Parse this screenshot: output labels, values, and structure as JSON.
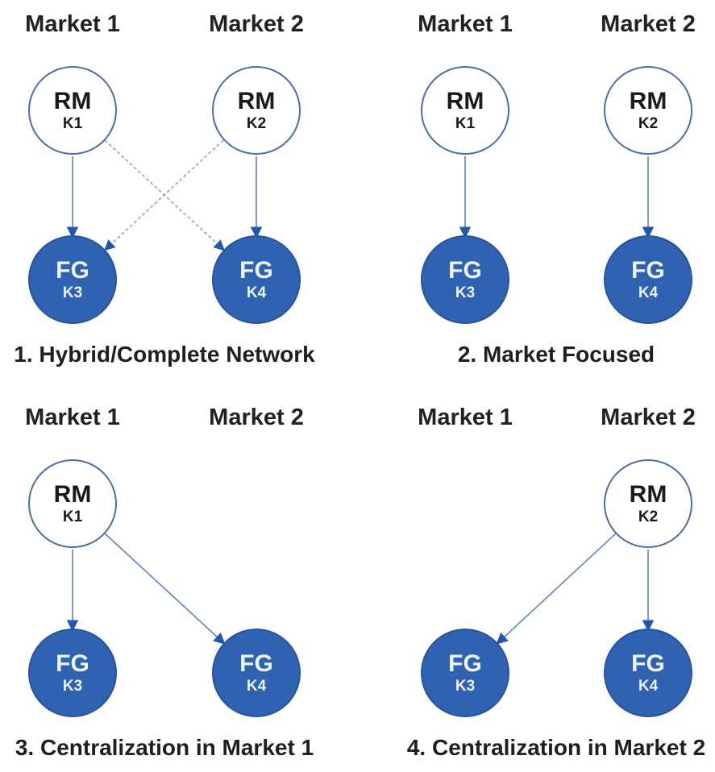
{
  "figure": {
    "description": "Four network configuration diagrams between relationship managers (RM) and focus groups (FG) across two markets"
  },
  "colors": {
    "fg_node_fill": "#2f62b0",
    "fg_node_border": "#27539f",
    "rm_node_border": "#4a6da7",
    "solid_edge": "#5b84c8",
    "dashed_edge": "#8a9cc2",
    "arrowhead": "#2456b0",
    "text": "#1f1f1f",
    "fg_node_text": "#edf2fb"
  },
  "panels": [
    {
      "caption": "1. Hybrid/Complete Network",
      "markets": [
        "Market 1",
        "Market 2"
      ],
      "nodes": [
        {
          "id": "RM-K1",
          "label": "RM",
          "sublabel": "K1",
          "type": "rm",
          "market": "Market 1"
        },
        {
          "id": "RM-K2",
          "label": "RM",
          "sublabel": "K2",
          "type": "rm",
          "market": "Market 2"
        },
        {
          "id": "FG-K3",
          "label": "FG",
          "sublabel": "K3",
          "type": "fg",
          "market": "Market 1"
        },
        {
          "id": "FG-K4",
          "label": "FG",
          "sublabel": "K4",
          "type": "fg",
          "market": "Market 2"
        }
      ],
      "edges": [
        {
          "from": "RM-K1",
          "to": "FG-K3",
          "style": "solid"
        },
        {
          "from": "RM-K2",
          "to": "FG-K4",
          "style": "solid"
        },
        {
          "from": "RM-K1",
          "to": "FG-K4",
          "style": "dashed"
        },
        {
          "from": "RM-K2",
          "to": "FG-K3",
          "style": "dashed"
        }
      ]
    },
    {
      "caption": "2. Market Focused",
      "markets": [
        "Market 1",
        "Market 2"
      ],
      "nodes": [
        {
          "id": "RM-K1",
          "label": "RM",
          "sublabel": "K1",
          "type": "rm",
          "market": "Market 1"
        },
        {
          "id": "RM-K2",
          "label": "RM",
          "sublabel": "K2",
          "type": "rm",
          "market": "Market 2"
        },
        {
          "id": "FG-K3",
          "label": "FG",
          "sublabel": "K3",
          "type": "fg",
          "market": "Market 1"
        },
        {
          "id": "FG-K4",
          "label": "FG",
          "sublabel": "K4",
          "type": "fg",
          "market": "Market 2"
        }
      ],
      "edges": [
        {
          "from": "RM-K1",
          "to": "FG-K3",
          "style": "solid"
        },
        {
          "from": "RM-K2",
          "to": "FG-K4",
          "style": "solid"
        }
      ]
    },
    {
      "caption": "3. Centralization in Market 1",
      "markets": [
        "Market 1",
        "Market 2"
      ],
      "nodes": [
        {
          "id": "RM-K1",
          "label": "RM",
          "sublabel": "K1",
          "type": "rm",
          "market": "Market 1"
        },
        {
          "id": "FG-K3",
          "label": "FG",
          "sublabel": "K3",
          "type": "fg",
          "market": "Market 1"
        },
        {
          "id": "FG-K4",
          "label": "FG",
          "sublabel": "K4",
          "type": "fg",
          "market": "Market 2"
        }
      ],
      "edges": [
        {
          "from": "RM-K1",
          "to": "FG-K3",
          "style": "solid"
        },
        {
          "from": "RM-K1",
          "to": "FG-K4",
          "style": "solid"
        }
      ]
    },
    {
      "caption": "4. Centralization in Market 2",
      "markets": [
        "Market 1",
        "Market 2"
      ],
      "nodes": [
        {
          "id": "RM-K2",
          "label": "RM",
          "sublabel": "K2",
          "type": "rm",
          "market": "Market 2"
        },
        {
          "id": "FG-K3",
          "label": "FG",
          "sublabel": "K3",
          "type": "fg",
          "market": "Market 1"
        },
        {
          "id": "FG-K4",
          "label": "FG",
          "sublabel": "K4",
          "type": "fg",
          "market": "Market 2"
        }
      ],
      "edges": [
        {
          "from": "RM-K2",
          "to": "FG-K3",
          "style": "solid"
        },
        {
          "from": "RM-K2",
          "to": "FG-K4",
          "style": "solid"
        }
      ]
    }
  ]
}
